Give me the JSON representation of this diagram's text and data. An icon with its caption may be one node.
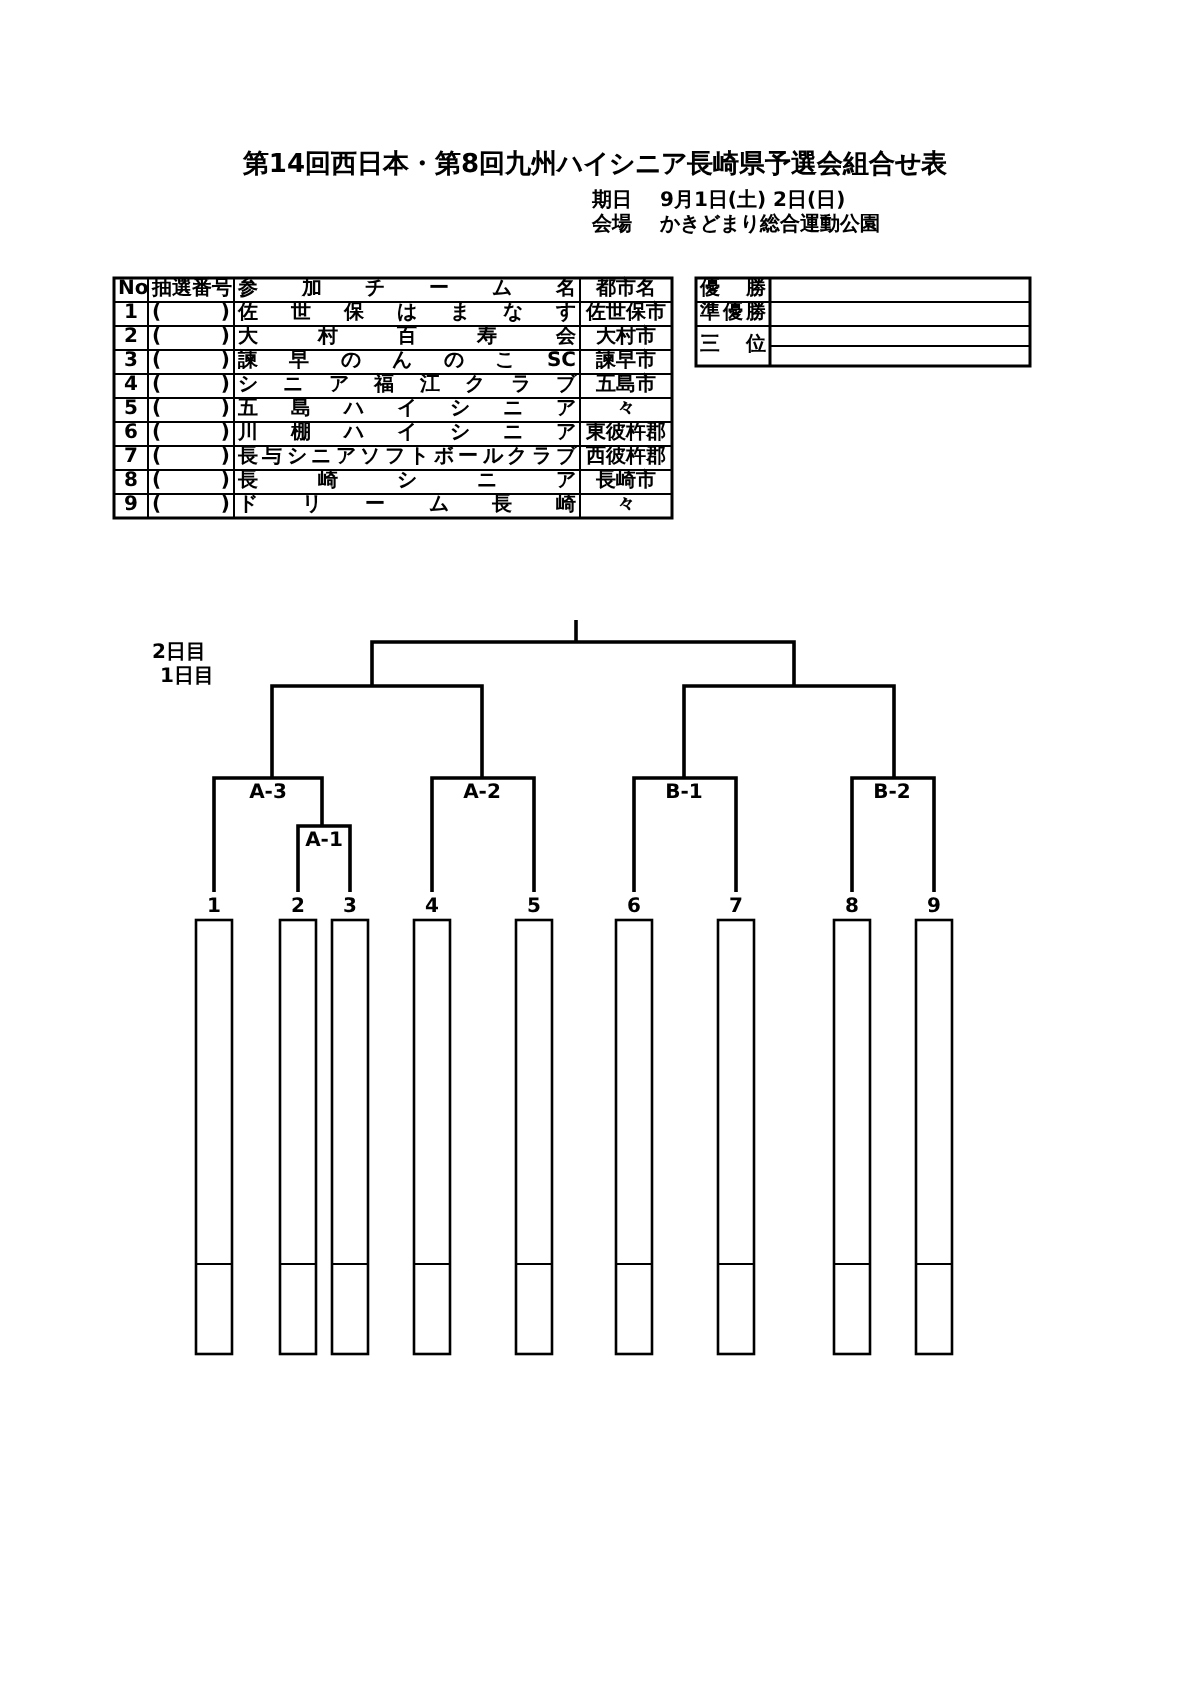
{
  "diagram": {
    "title": "第14回西日本・第8回九州ハイシニア長崎県予選会組合せ表",
    "labels": [
      "期日",
      "9月1日(土) 2日(日)",
      "会場",
      "かきどまり総合運動公園",
      "No",
      "抽選番号",
      "参加チーム名",
      "都市名",
      "1",
      "(　　)",
      "佐世保はまなす",
      "佐世保市",
      "2",
      "(　　)",
      "大村百寿会",
      "大村市",
      "3",
      "(　　)",
      "諫早のんのこSC",
      "諫早市",
      "4",
      "(　　)",
      "シニア福江クラブ",
      "五島市",
      "5",
      "(　　)",
      "五島ハイシニア",
      "々",
      "6",
      "(　　)",
      "川棚ハイシニア",
      "東彼杵郡",
      "7",
      "(　　)",
      "長与シニアソフトボールクラブ",
      "西彼杵郡",
      "8",
      "(　　)",
      "長崎シニア",
      "長崎市",
      "9",
      "(　　)",
      "ドリーム長崎",
      "々",
      "優勝",
      "準優勝",
      "三位",
      "2日目",
      "1日目",
      "A-3",
      "A-2",
      "B-1",
      "B-2",
      "A-1",
      "1",
      "2",
      "3",
      "4",
      "5",
      "6",
      "7",
      "8",
      "9"
    ]
  }
}
